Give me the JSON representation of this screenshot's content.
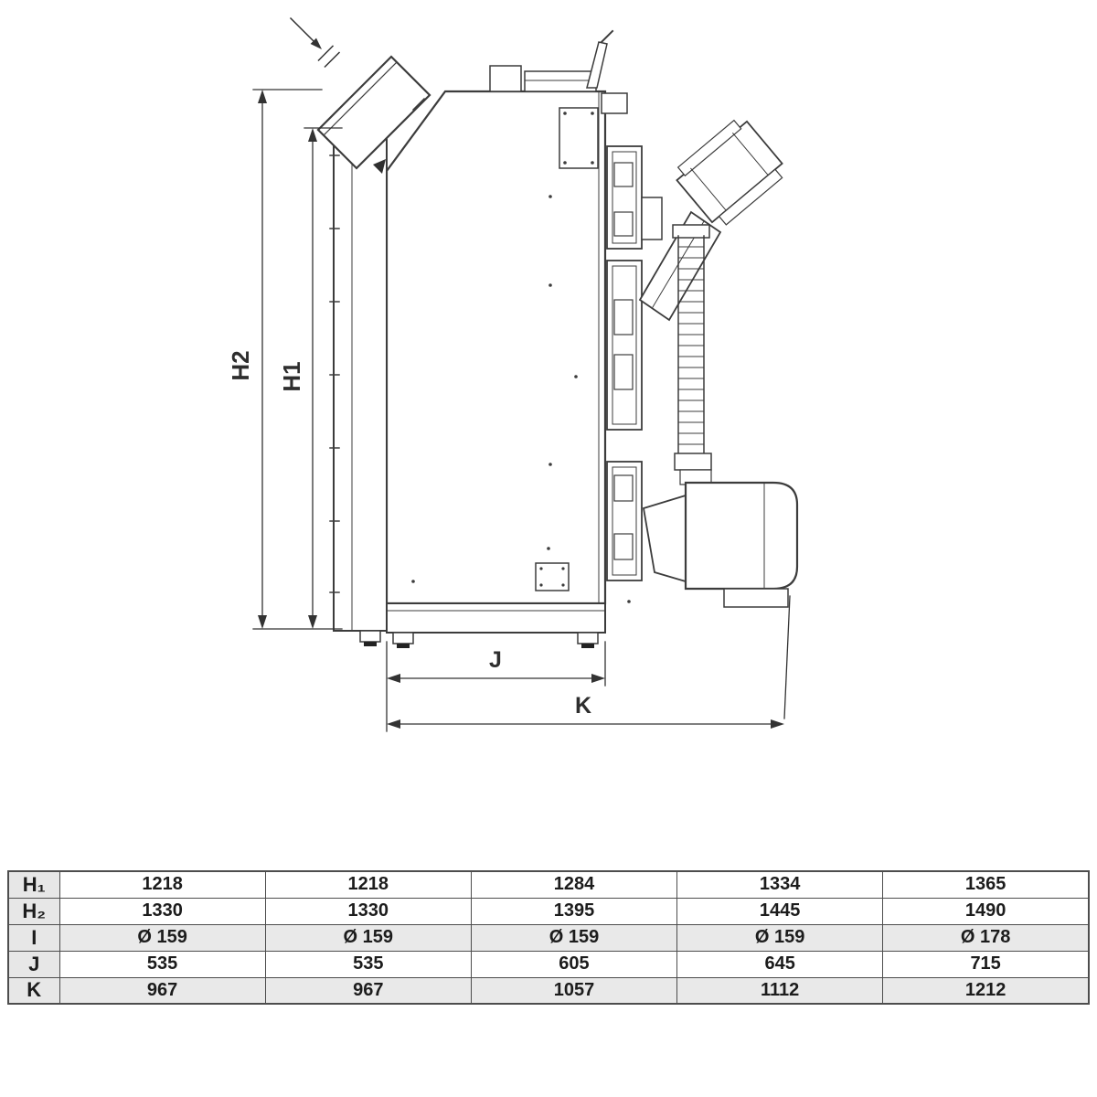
{
  "diagram": {
    "name": "boiler-side-view-dimension-drawing",
    "line_color": "#3c3c3c",
    "labels": {
      "h2": "H2",
      "h1": "H1",
      "j": "J",
      "k": "K"
    }
  },
  "table": {
    "border_color": "#4d4d4d",
    "shaded_row_color": "#e9e9e9",
    "rows": [
      {
        "label": "H₁",
        "values": [
          "1218",
          "1218",
          "1284",
          "1334",
          "1365"
        ]
      },
      {
        "label": "H₂",
        "values": [
          "1330",
          "1330",
          "1395",
          "1445",
          "1490"
        ]
      },
      {
        "label": "I",
        "values": [
          "Ø 159",
          "Ø 159",
          "Ø 159",
          "Ø 159",
          "Ø 178"
        ]
      },
      {
        "label": "J",
        "values": [
          "535",
          "535",
          "605",
          "645",
          "715"
        ]
      },
      {
        "label": "K",
        "values": [
          "967",
          "967",
          "1057",
          "1112",
          "1212"
        ]
      }
    ]
  }
}
